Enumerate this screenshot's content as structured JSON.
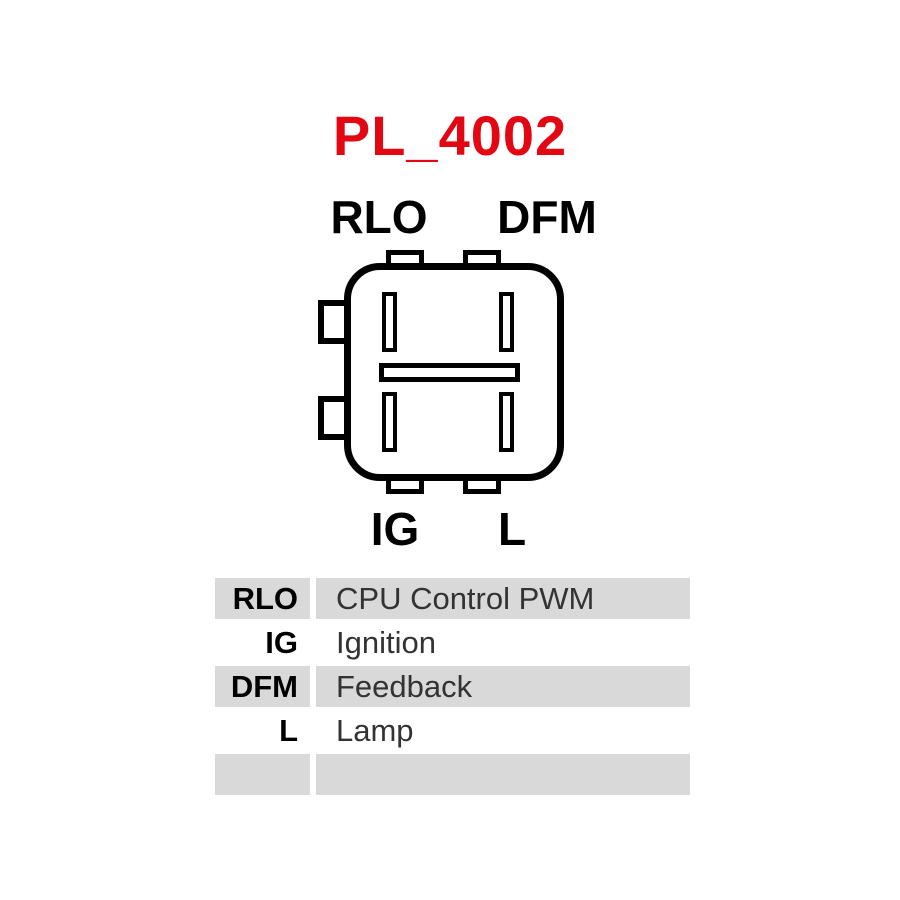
{
  "page": {
    "background_color": "#ffffff"
  },
  "title": {
    "text": "PL_4002",
    "color": "#e30613"
  },
  "connector": {
    "line_color": "#000000",
    "top_labels": [
      {
        "text": "RLO"
      },
      {
        "text": "DFM"
      }
    ],
    "bottom_labels": [
      {
        "text": "IG"
      },
      {
        "text": "L"
      }
    ]
  },
  "pin_table": {
    "shade_color": "#d9d9d9",
    "rows": [
      {
        "pin": "RLO",
        "description": "CPU Control PWM",
        "shaded": true
      },
      {
        "pin": "IG",
        "description": "Ignition",
        "shaded": false
      },
      {
        "pin": "DFM",
        "description": "Feedback",
        "shaded": true
      },
      {
        "pin": "L",
        "description": "Lamp",
        "shaded": false
      },
      {
        "pin": "",
        "description": "",
        "shaded": true
      }
    ]
  }
}
